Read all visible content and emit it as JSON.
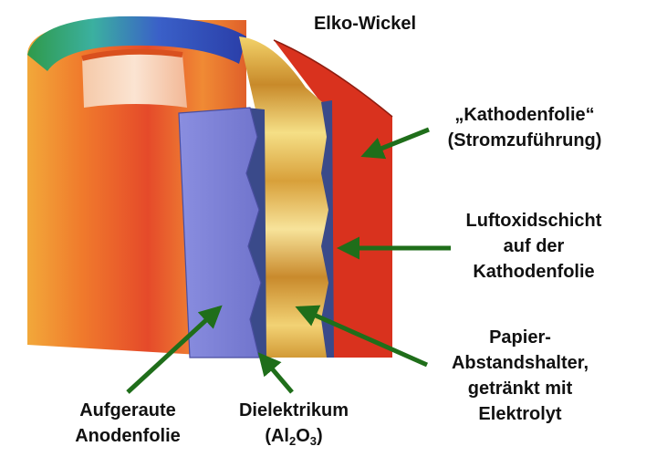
{
  "title": "Elko-Wickel",
  "labels": {
    "kathode": [
      "„Kathodenfolie“",
      "(Stromzuführung)"
    ],
    "luftoxid": [
      "Luftoxidschicht",
      "auf der",
      "Kathodenfolie"
    ],
    "papier": [
      "Papier-",
      "Abstandshalter,",
      "getränkt mit",
      "Elektrolyt"
    ],
    "anode": [
      "Aufgeraute",
      "Anodenfolie"
    ],
    "dielektrikum": {
      "line1": "Dielektrikum",
      "open": "(Al",
      "sub1": "2",
      "mid": "O",
      "sub2": "3",
      "close": ")"
    }
  },
  "colors": {
    "arrow": "#1f6e1a",
    "anode_foil": "#7b7fd6",
    "cathode_foil": "#d9321e",
    "paper": "#e8c25a",
    "dielectric": "#3a4a8a",
    "roll_outer": "#e9562a"
  }
}
